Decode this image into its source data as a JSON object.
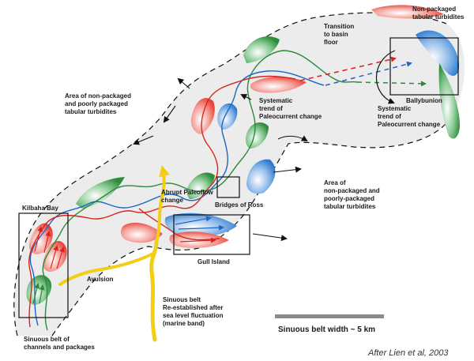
{
  "colors": {
    "red_lobe": "#e8433a",
    "blue_lobe": "#2d7bd0",
    "green_lobe": "#2e8b3c",
    "yellow_path": "#f2cf16",
    "belt_fill": "#ececec"
  },
  "labels": {
    "kilbaha_bay": "Kilbaha Bay",
    "avulsion": "Avulsion",
    "sinuous_belt_channels": [
      "Sinuous belt of",
      "channels and packages"
    ],
    "gull_island": "Gull Island",
    "bridges_of_ross": "Bridges of Ross",
    "abrupt_paleoflow": [
      "Abrupt Paleoflow",
      "change"
    ],
    "sinuous_belt_reestablished": [
      "Sinuous belt",
      "Re-established after",
      "sea level fluctuation",
      "(marine band)"
    ],
    "area_non_packaged_left": [
      "Area of non-packaged",
      "and poorly packaged",
      "tabular turbidites"
    ],
    "area_non_packaged_right": [
      "Area of",
      "non-packaged and",
      "poorly-packaged",
      "tabular turbidites"
    ],
    "systematic_trend_center": [
      "Systematic",
      "trend of",
      "Paleocurrent change"
    ],
    "systematic_trend_right": [
      "Systematic",
      "trend of",
      "Paleocurrent change"
    ],
    "transition_basin_floor": [
      "Transition",
      "to basin",
      "floor"
    ],
    "ballybunion": "Ballybunion",
    "non_packaged_tabular": [
      "Non-packaged",
      "tabular turbidites"
    ],
    "scale_bar": "Sinuous belt width ~ 5 km",
    "credit": "After Lien et al, 2003"
  }
}
